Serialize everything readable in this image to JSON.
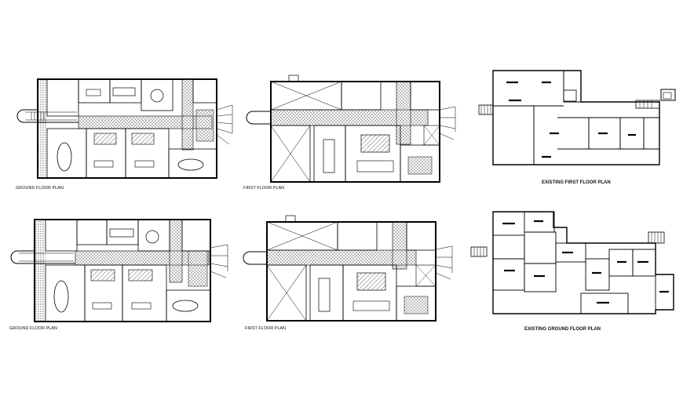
{
  "drawing": {
    "labels": {
      "plan_a": "GROUND FLOOR PLAN",
      "plan_b": "FIRST FLOOR PLAN",
      "plan_c": "EXISTING FIRST FLOOR PLAN",
      "plan_d": "GROUND FLOOR PLAN",
      "plan_e": "FIRST FLOOR PLAN",
      "plan_f": "EXISTING GROUND FLOOR PLAN"
    },
    "colors": {
      "line": "#000000",
      "hatch": "#6a6a6a",
      "background": "#ffffff"
    }
  }
}
